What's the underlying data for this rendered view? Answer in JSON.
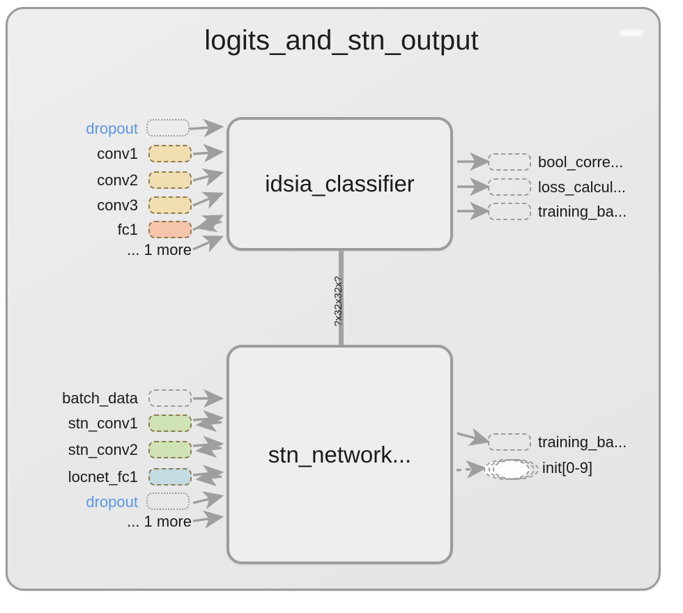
{
  "scope": {
    "title": "logits_and_stn_output",
    "border_color": "#9a9a9a",
    "fill_color": "#ebebeb"
  },
  "graph": {
    "type": "tensorboard-graph-scope",
    "edge_label_vertical": "?x32x32x?"
  },
  "boxes": [
    {
      "id": "idsia_classifier",
      "label": "idsia_classifier"
    },
    {
      "id": "stn_network",
      "label": "stn_network..."
    }
  ],
  "classifier_inputs": [
    {
      "label": "dropout",
      "style": "dotted-empty",
      "color": "",
      "label_color": "#5b96e8",
      "arrow": "in"
    },
    {
      "label": "conv1",
      "style": "dashed-fill",
      "color": "#f1dfb2",
      "label_color": "#1a1a1a",
      "arrow": "in"
    },
    {
      "label": "conv2",
      "style": "dashed-fill",
      "color": "#f1dfb2",
      "label_color": "#1a1a1a",
      "arrow": "in"
    },
    {
      "label": "conv3",
      "style": "dashed-fill",
      "color": "#f1dfb2",
      "label_color": "#1a1a1a",
      "arrow": "in"
    },
    {
      "label": "fc1",
      "style": "dashed-fill",
      "color": "#f6c3ab",
      "label_color": "#1a1a1a",
      "arrow": "bidirectional"
    },
    {
      "label": "... 1 more",
      "style": "none",
      "color": "",
      "label_color": "#1a1a1a",
      "arrow": "in"
    }
  ],
  "classifier_outputs": [
    {
      "label": "bool_corre...",
      "style": "dashed-empty",
      "arrow": "out"
    },
    {
      "label": "loss_calcul...",
      "style": "dashed-empty",
      "arrow": "out"
    },
    {
      "label": "training_ba...",
      "style": "dashed-empty",
      "arrow": "out"
    }
  ],
  "stn_inputs": [
    {
      "label": "batch_data",
      "style": "dashed-empty",
      "color": "",
      "label_color": "#1a1a1a",
      "arrow": "in"
    },
    {
      "label": "stn_conv1",
      "style": "dashed-fill",
      "color": "#cfe3b6",
      "label_color": "#1a1a1a",
      "arrow": "bidirectional"
    },
    {
      "label": "stn_conv2",
      "style": "dashed-fill",
      "color": "#cfe3b6",
      "label_color": "#1a1a1a",
      "arrow": "bidirectional"
    },
    {
      "label": "locnet_fc1",
      "style": "dashed-fill",
      "color": "#c3dce1",
      "label_color": "#1a1a1a",
      "arrow": "bidirectional"
    },
    {
      "label": "dropout",
      "style": "dotted-empty",
      "color": "",
      "label_color": "#5b96e8",
      "arrow": "in"
    },
    {
      "label": "... 1 more",
      "style": "none",
      "color": "",
      "label_color": "#1a1a1a",
      "arrow": "in"
    }
  ],
  "stn_outputs": [
    {
      "label": "training_ba...",
      "style": "dashed-empty",
      "arrow": "out"
    },
    {
      "label": "init[0-9]",
      "style": "ellipse-stack",
      "arrow": "out-dashed"
    }
  ]
}
